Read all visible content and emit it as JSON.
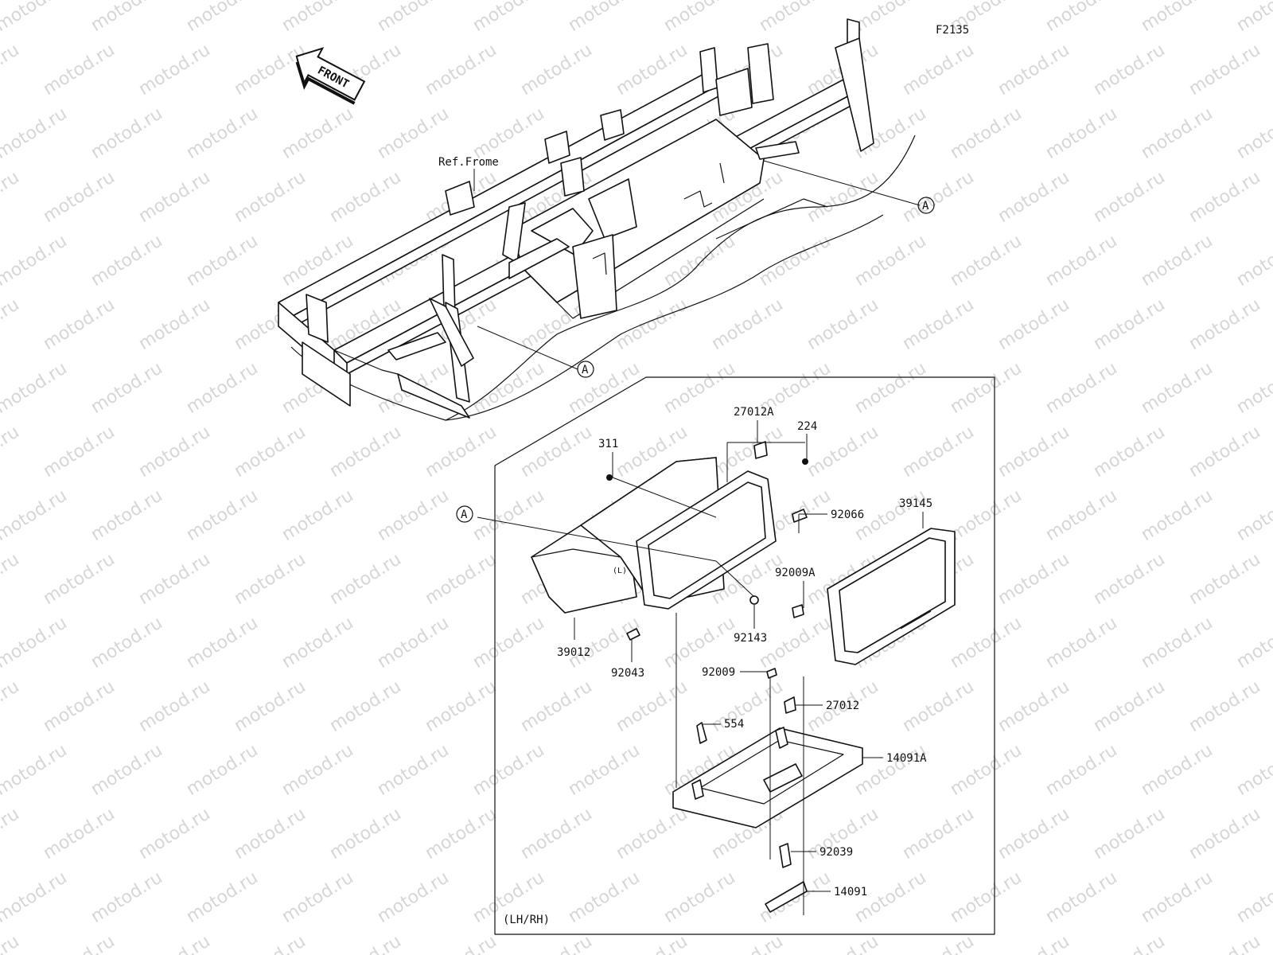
{
  "diagram_id": "F2135",
  "front_label": "FRONT",
  "ref_frame": "Ref.Frome",
  "note": "(LH/RH)",
  "watermark": "motod.ru",
  "callout_a": "A",
  "parts": {
    "p27012A": "27012A",
    "p224": "224",
    "p311": "311",
    "p92066": "92066",
    "p39145": "39145",
    "p92009A": "92009A",
    "p92143": "92143",
    "p39012": "39012",
    "p92043": "92043",
    "p92009": "92009",
    "p27012": "27012",
    "p554": "554",
    "p14091A": "14091A",
    "p92039": "92039",
    "p14091": "14091"
  },
  "colors": {
    "ink": "#111111",
    "watermark": "#d6d6d6",
    "background": "#ffffff"
  }
}
